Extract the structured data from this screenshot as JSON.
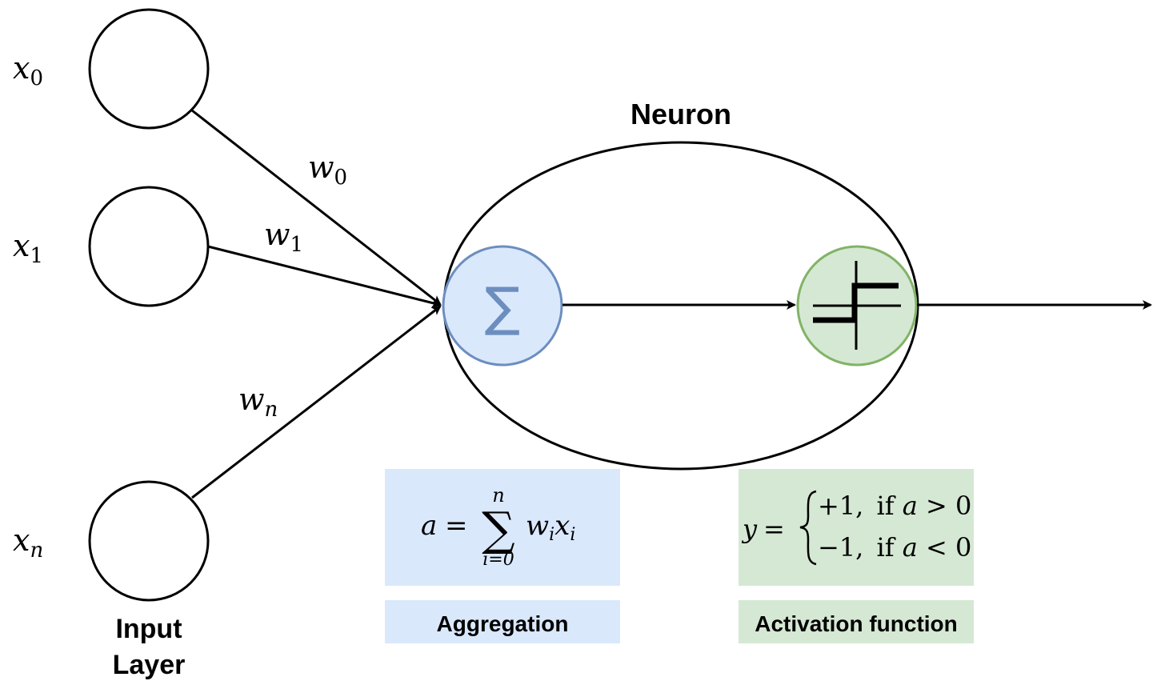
{
  "title": "Neuron",
  "colors": {
    "stroke": "#000000",
    "aggregation_fill": "#dae8fc",
    "aggregation_stroke": "#6c8ebf",
    "activation_fill": "#d5e8d4",
    "activation_stroke": "#82b366"
  },
  "inputs": [
    {
      "var": "x",
      "sub": "0",
      "weight_var": "w",
      "weight_sub": "0"
    },
    {
      "var": "x",
      "sub": "1",
      "weight_var": "w",
      "weight_sub": "1"
    },
    {
      "var": "x",
      "sub": "n",
      "weight_var": "w",
      "weight_sub": "n"
    }
  ],
  "input_layer_label": [
    "Input",
    "Layer"
  ],
  "aggregation": {
    "symbol": "∑",
    "label": "Aggregation",
    "formula": {
      "lhs": "a",
      "equals": "=",
      "sum": "∑",
      "upper": "n",
      "lower": "i=0",
      "term_w": "w",
      "term_w_sub": "i",
      "term_x": "x",
      "term_x_sub": "i"
    }
  },
  "activation": {
    "icon": "step-function-icon",
    "label": "Activation function",
    "formula": {
      "lhs": "y",
      "equals": "=",
      "brace": "{",
      "cases": [
        {
          "value": "+1,",
          "cond_if": "if",
          "cond_var": "a",
          "cond_op": ">",
          "cond_val": "0"
        },
        {
          "value": "−1,",
          "cond_if": "if",
          "cond_var": "a",
          "cond_op": "<",
          "cond_val": "0"
        }
      ]
    }
  }
}
